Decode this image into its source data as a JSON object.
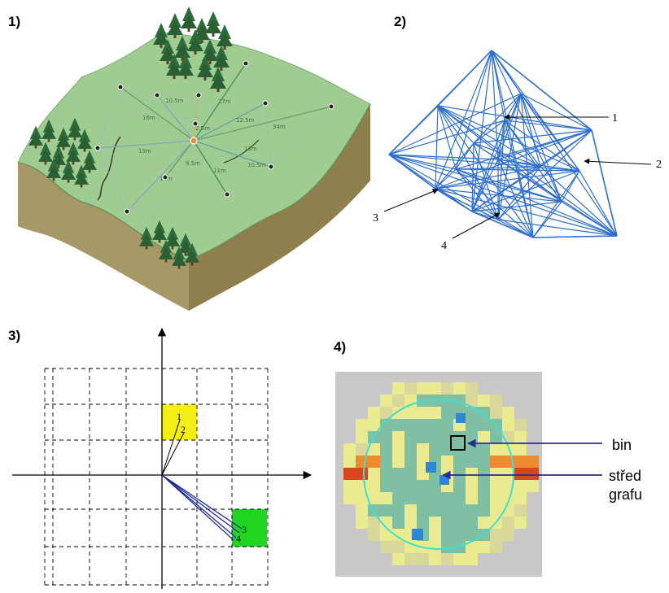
{
  "panels": {
    "p1": {
      "label": "1)",
      "distance_labels": [
        "16m",
        "10.5m",
        "27m",
        "12.5m",
        "34m",
        "2,5m",
        "15m",
        "13m",
        "17m",
        "9.5m",
        "11m",
        "10.5m"
      ]
    },
    "p2": {
      "label": "2)",
      "callouts": [
        "1",
        "2",
        "3",
        "4"
      ]
    },
    "p3": {
      "label": "3)",
      "vector_labels": [
        "1",
        "2",
        "3",
        "4"
      ]
    },
    "p4": {
      "label": "4)",
      "bin_label": "bin",
      "center_label_line1": "střed",
      "center_label_line2": "grafu"
    }
  },
  "colors": {
    "terrain_top": "#9fcc91",
    "terrain_side": "#9a8c5a",
    "network_blue": "#2f6fd0",
    "cell_yellow": "#f6ef16",
    "cell_green": "#1fd61f",
    "vector_blue": "#1e2c9a",
    "arrow_navy": "#2a2d8f",
    "heat_teal": "#7fbfa3",
    "heat_yellow": "#eaea90",
    "heat_orange": "#ee8a2e",
    "heat_red": "#d9461e",
    "heat_background": "#c8c8c8"
  }
}
